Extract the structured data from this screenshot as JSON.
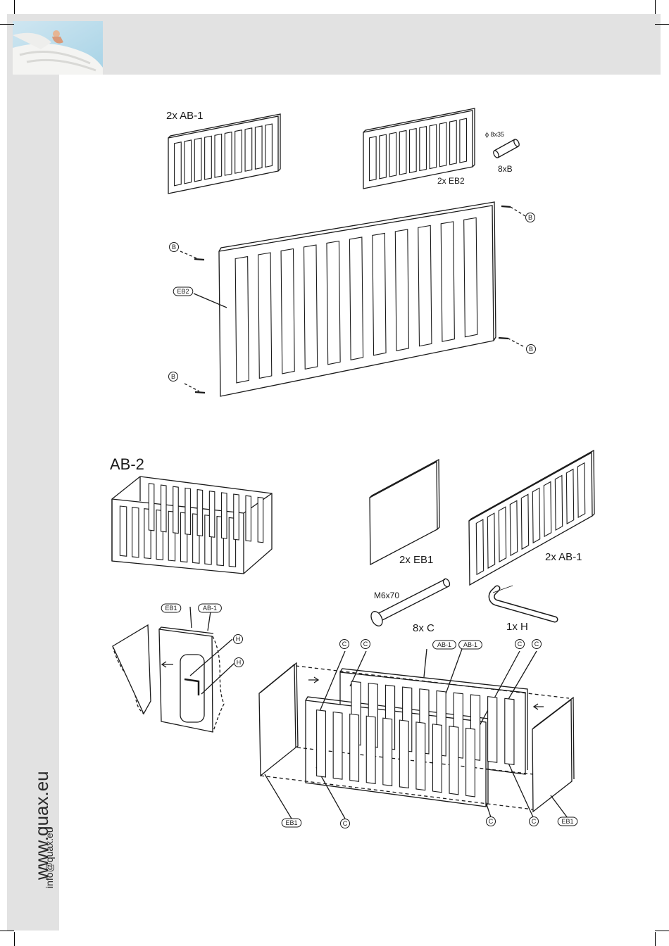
{
  "sidebar": {
    "url": "www.quax.eu",
    "email": "info@quax.eu"
  },
  "step1": {
    "ab1_label": "2x AB-1",
    "eb2_label": "2x EB2",
    "dowel_size": "ϕ 8x35",
    "dowel_label": "8xB",
    "callout_b": "B",
    "callout_eb2": "EB2"
  },
  "step2": {
    "title": "AB-2",
    "eb1_label": "2x EB1",
    "ab1_label": "2x AB-1",
    "bolt_size": "M6x70",
    "bolt_label": "8x C",
    "key_label": "1x H",
    "callout_c": "C",
    "callout_h": "H",
    "callout_eb1": "EB1",
    "callout_ab1": "AB-1"
  },
  "colors": {
    "band": "#e2e2e2",
    "line": "#1a1a1a"
  }
}
